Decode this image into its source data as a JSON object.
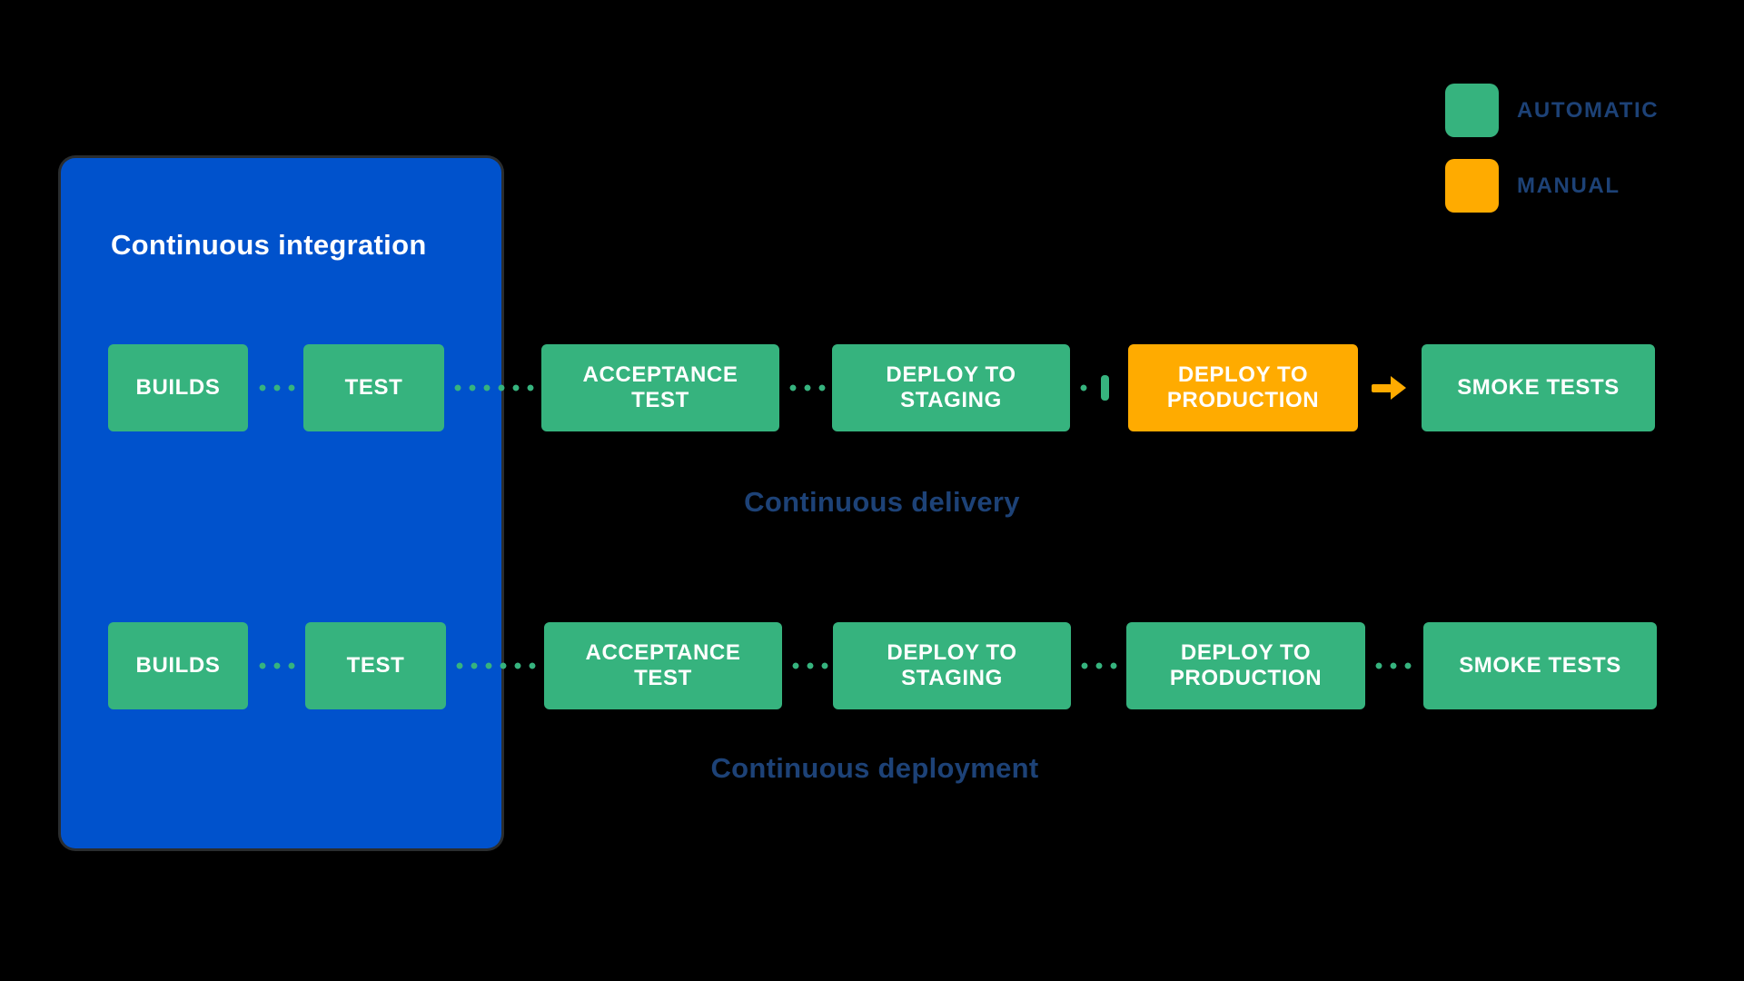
{
  "ci_panel": {
    "title": "Continuous integration"
  },
  "legend": {
    "automatic": "AUTOMATIC",
    "manual": "MANUAL"
  },
  "rows": {
    "delivery": {
      "caption": "Continuous delivery",
      "boxes": {
        "builds": "BUILDS",
        "test": "TEST",
        "acceptance": "ACCEPTANCE TEST",
        "staging": "DEPLOY TO STAGING",
        "production": "DEPLOY TO PRODUCTION",
        "smoke": "SMOKE TESTS"
      }
    },
    "deployment": {
      "caption": "Continuous deployment",
      "boxes": {
        "builds": "BUILDS",
        "test": "TEST",
        "acceptance": "ACCEPTANCE TEST",
        "staging": "DEPLOY TO STAGING",
        "production": "DEPLOY TO PRODUCTION",
        "smoke": "SMOKE TESTS"
      }
    }
  },
  "colors": {
    "automatic_green": "#36B37E",
    "manual_orange": "#FFAB00",
    "ci_panel_blue": "#0052CC",
    "caption_text": "#1D4277",
    "box_text": "#FFFFFF",
    "background": "#000000"
  }
}
